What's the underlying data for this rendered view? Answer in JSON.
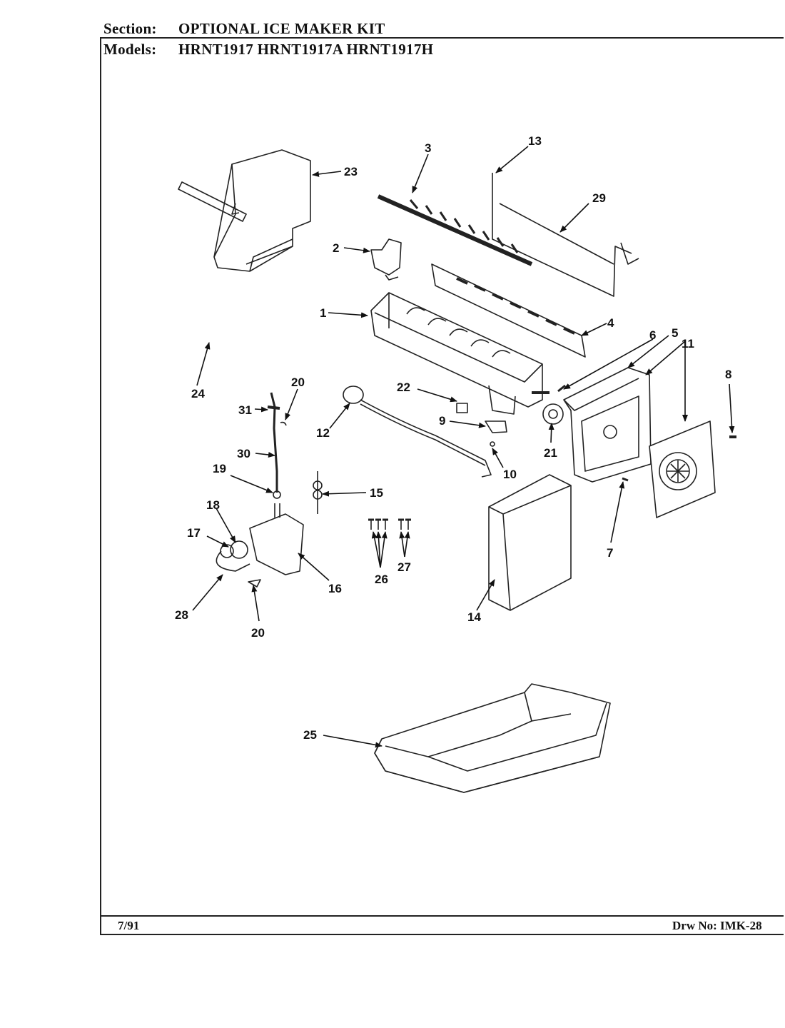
{
  "header": {
    "section_label": "Section:",
    "section_value": "OPTIONAL ICE MAKER KIT",
    "models_label": "Models:",
    "models_value": "HRNT1917  HRNT1917A  HRNT1917H"
  },
  "footer": {
    "date": "7/91",
    "drawing_number": "Drw No: IMK-28"
  },
  "callouts": [
    "1",
    "2",
    "3",
    "4",
    "5",
    "6",
    "7",
    "8",
    "9",
    "10",
    "11",
    "12",
    "13",
    "14",
    "15",
    "16",
    "17",
    "18",
    "19",
    "20",
    "20",
    "21",
    "22",
    "23",
    "24",
    "25",
    "26",
    "27",
    "28",
    "29",
    "30",
    "31"
  ]
}
